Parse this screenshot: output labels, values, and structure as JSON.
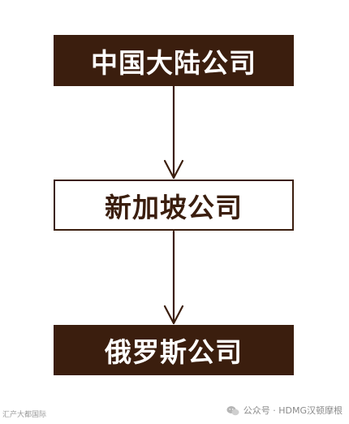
{
  "diagram": {
    "nodes": [
      {
        "label": "中国大陆公司"
      },
      {
        "label": "新加坡公司"
      },
      {
        "label": "俄罗斯公司"
      }
    ]
  },
  "watermark": {
    "left_text": "汇产大都国际",
    "right_text": "公众号 · HDMG汉顿摩根"
  },
  "colors": {
    "dark_fill": "#3b1e0e",
    "light_fill": "#ffffff",
    "arrow": "#3b1e0e"
  },
  "icons": {
    "wechat": "wechat-icon"
  }
}
